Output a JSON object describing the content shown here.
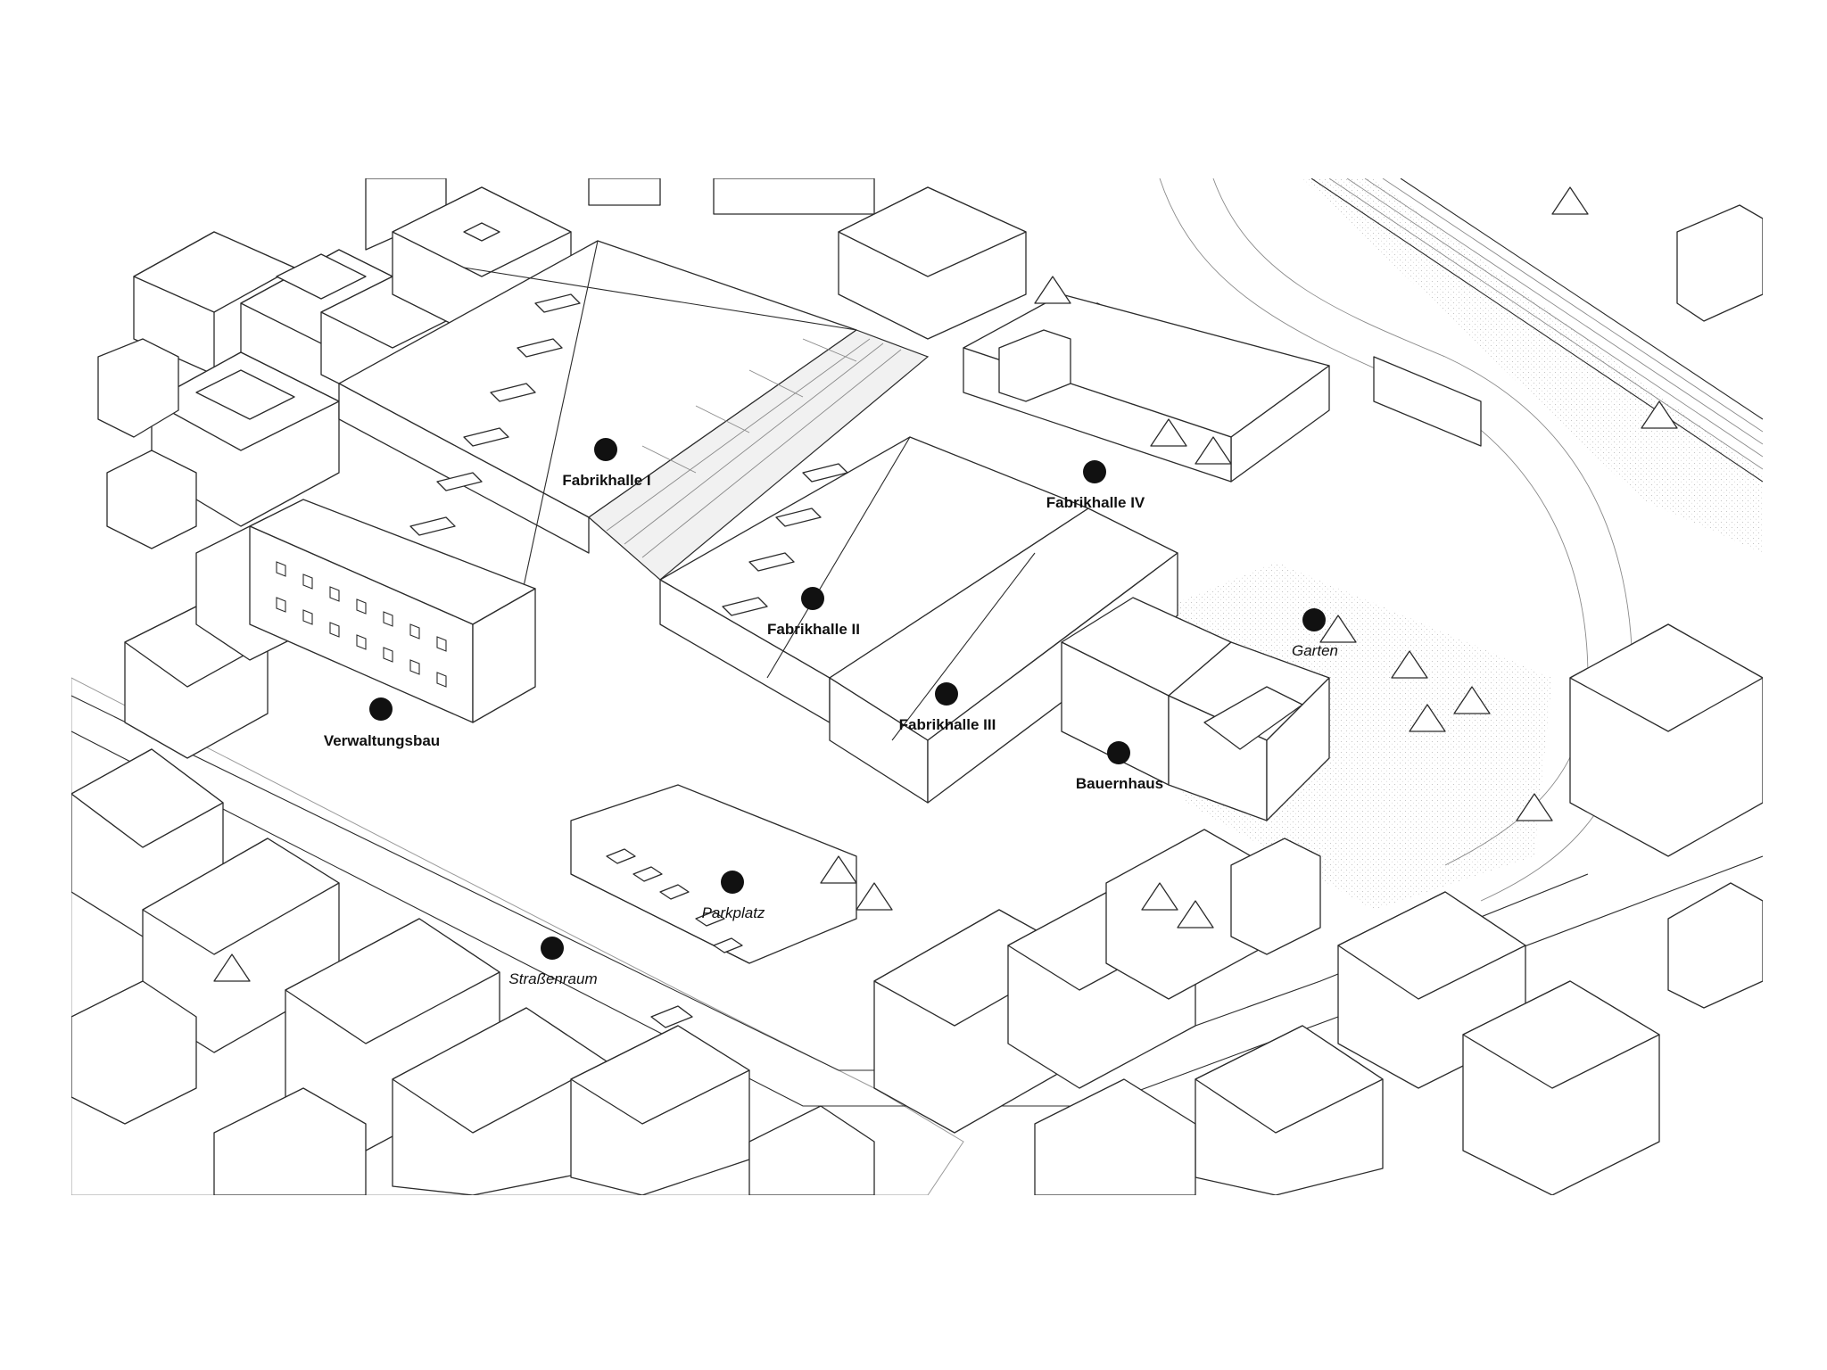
{
  "labels": {
    "fabrikhalle_1": "Fabrikhalle I",
    "fabrikhalle_2": "Fabrikhalle II",
    "fabrikhalle_3": "Fabrikhalle III",
    "fabrikhalle_4": "Fabrikhalle IV",
    "verwaltungsbau": "Verwaltungsbau",
    "bauernhaus": "Bauernhaus",
    "garten": "Garten",
    "parkplatz": "Parkplatz",
    "strassenraum": "Straßenraum"
  },
  "colors": {
    "marker": "#111111",
    "line": "#2b2b2b",
    "background": "#ffffff"
  }
}
